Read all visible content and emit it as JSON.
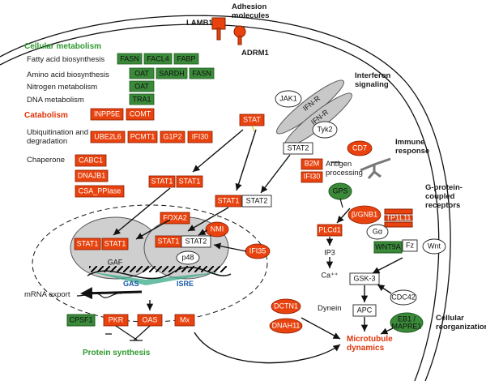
{
  "colors": {
    "green": "#3a8a3a",
    "red": "#e8430f",
    "greenText": "#2e9a2e",
    "redText": "#e0350a",
    "isre": "#3aaa8a",
    "membrane": "#bfbfbf"
  },
  "cell": {
    "title_metabolism": "Cellular metabolism",
    "rows": [
      {
        "label": "Fatty acid biosynthesis",
        "genes": [
          "FASN",
          "FACL4",
          "FABP"
        ]
      },
      {
        "label": "Amino acid biosynthesis",
        "genes": [
          "OAT",
          "SARDH",
          "FASN"
        ]
      },
      {
        "label": "Nitrogen metabolism",
        "genes": [
          "OAT"
        ]
      },
      {
        "label": "DNA metabolism",
        "genes": [
          "TRA1"
        ]
      }
    ],
    "title_catabolism": "Catabolism",
    "catabolism_genes": [
      "INPP5E",
      "COMT"
    ],
    "ubiq_label_1": "Ubiquitination and",
    "ubiq_label_2": "degradation",
    "ubiq_genes": [
      "UBE2L6",
      "PCMT1",
      "G1P2",
      "IFI30"
    ],
    "chaperone_label": "Chaperone",
    "chaperone_genes": [
      "CABC1",
      "DNAJB1",
      "CSA_PPIase"
    ]
  },
  "adhesion": {
    "title_1": "Adhesion",
    "title_2": "molecules",
    "lamb": "LAMB1",
    "adrm": "ADRM1"
  },
  "interferon": {
    "title_1": "Interferon",
    "title_2": "signaling",
    "jak1": "JAK1",
    "ifnr": "IFN-R",
    "tyk2": "Tyk2",
    "stat": "STAT",
    "stat2": "STAT2",
    "stat1": "STAT1"
  },
  "immune": {
    "title_1": "Immune",
    "title_2": "response",
    "cd7": "CD7",
    "b2m": "B2M",
    "ifi30": "IFI30",
    "antigen_1": "Antigen",
    "antigen_2": "processing"
  },
  "gpcr": {
    "title_1": "G-protein-",
    "title_2": "coupled",
    "title_3": "receptors",
    "gps": "GPS",
    "gnb1": "β/GNB1",
    "tp1": "TP1L11",
    "galpha": "Gα",
    "wnt9a": "WNT9A",
    "fz": "Fz",
    "wnt": "Wnt",
    "plcd1": "PLCd1",
    "ip3": "IP3",
    "ca": "Ca⁺⁺"
  },
  "nucleus": {
    "foxa2": "FOXA2",
    "nmi": "NMI",
    "ifi35": "IFI35",
    "gaf": "GAF",
    "p48": "p48",
    "gas": "GAS",
    "isre": "ISRE",
    "mrna": "mRNA export",
    "cpsf1": "CPSF1",
    "pkr": "PKR",
    "oas": "OAS",
    "mx": "Mx",
    "protein": "Protein synthesis"
  },
  "cyto": {
    "gsk3": "GSK-3",
    "cdc42": "CDC42",
    "apc": "APC",
    "eb1_1": "EB1 /",
    "eb1_2": "MAPRE1",
    "dynein": "Dynein",
    "dctn1": "DCTN1",
    "dnah11": "DNAH11",
    "micro_1": "Microtubule",
    "micro_2": "dynamics",
    "reorg_1": "Cellular",
    "reorg_2": "reorganization"
  }
}
